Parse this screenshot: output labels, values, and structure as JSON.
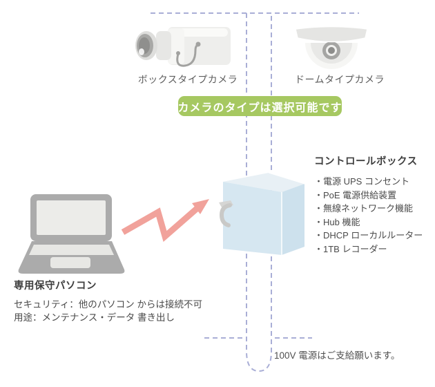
{
  "cameras": {
    "box_label": "ボックスタイプカメラ",
    "dome_label": "ドームタイプカメラ"
  },
  "banner": {
    "text": "カメラのタイプは選択可能です"
  },
  "control_box": {
    "title": "コントロールボックス",
    "features": [
      "・電源 UPS コンセント",
      "・PoE 電源供給装置",
      "・無線ネットワーク機能",
      "・Hub 機能",
      "・DHCP ローカルルーター",
      "・1TB レコーダー"
    ]
  },
  "maintenance_pc": {
    "title": "専用保守パソコン",
    "security_line": "セキュリティ：他のパソコン からは接続不可",
    "usage_line": "用途：メンテナンス・データ 書き出し"
  },
  "power_note": "100V 電源はご支給願います。",
  "colors": {
    "dashed_outline": "#a9aed6",
    "banner_green": "#a6c861",
    "arrow_pink": "#f1a29b",
    "control_box_front": "#d6e7f1",
    "control_box_side": "#cde1ed",
    "control_box_top": "#e8f0f5",
    "gray_device": "#ababab"
  }
}
